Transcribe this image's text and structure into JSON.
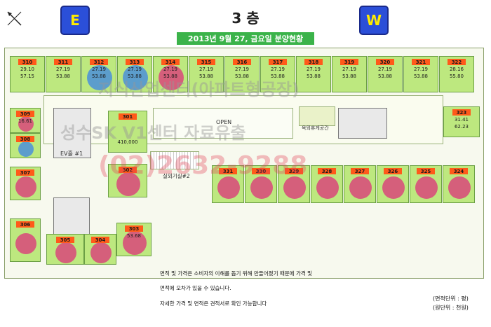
{
  "floor_title": "3 층",
  "compass": {
    "left": "E",
    "right": "W"
  },
  "date_banner": "2013년 9월 27, 금요일 분양현황",
  "watermarks": {
    "line1": "지식산업센터(아파트형공장)",
    "line2": "성수SK V1센터 자료유출",
    "line3": "(02)2632-9288"
  },
  "labels": {
    "open": "OPEN",
    "ev": "EV홀 #1",
    "outdoor": "실외기실#2",
    "lounge": "옥외휴게공간"
  },
  "colors": {
    "unit_fill": "#bde87f",
    "tag": "#ff5a1a",
    "sold_pink": "#d9477a",
    "sold_blue": "#4b8fd9",
    "banner": "#3bb34a"
  },
  "units": [
    {
      "no": "310",
      "a": "29.10",
      "b": "57.15",
      "mark": "none"
    },
    {
      "no": "311",
      "a": "27.19",
      "b": "53.88",
      "mark": "none"
    },
    {
      "no": "312",
      "a": "27.19",
      "b": "53.88",
      "mark": "blue"
    },
    {
      "no": "313",
      "a": "27.19",
      "b": "53.88",
      "mark": "blue"
    },
    {
      "no": "314",
      "a": "27.19",
      "b": "53.88",
      "mark": "pink"
    },
    {
      "no": "315",
      "a": "27.19",
      "b": "53.88",
      "mark": "none"
    },
    {
      "no": "316",
      "a": "27.19",
      "b": "53.88",
      "mark": "none"
    },
    {
      "no": "317",
      "a": "27.19",
      "b": "53.88",
      "mark": "none"
    },
    {
      "no": "318",
      "a": "27.19",
      "b": "53.88",
      "mark": "none"
    },
    {
      "no": "319",
      "a": "27.19",
      "b": "53.88",
      "mark": "none"
    },
    {
      "no": "320",
      "a": "27.19",
      "b": "53.88",
      "mark": "none"
    },
    {
      "no": "321",
      "a": "27.19",
      "b": "53.88",
      "mark": "none"
    },
    {
      "no": "322",
      "a": "28.16",
      "b": "55.80",
      "mark": "none"
    },
    {
      "no": "309",
      "a": "16.61",
      "b": "",
      "mark": "pink"
    },
    {
      "no": "308",
      "a": "",
      "b": "",
      "mark": "blue"
    },
    {
      "no": "307",
      "a": "",
      "b": "",
      "mark": "pink"
    },
    {
      "no": "306",
      "a": "",
      "b": "",
      "mark": "pink"
    },
    {
      "no": "305",
      "a": "",
      "b": "",
      "mark": "pink"
    },
    {
      "no": "304",
      "a": "",
      "b": "",
      "mark": "pink"
    },
    {
      "no": "303",
      "a": "53.68",
      "b": "",
      "mark": "pink"
    },
    {
      "no": "302",
      "a": "",
      "b": "",
      "mark": "pink"
    },
    {
      "no": "301",
      "a": "",
      "b": "",
      "mark": "none"
    },
    {
      "no": "331",
      "a": "",
      "b": "",
      "mark": "pink"
    },
    {
      "no": "330",
      "a": "",
      "b": "",
      "mark": "pink"
    },
    {
      "no": "329",
      "a": "",
      "b": "",
      "mark": "pink"
    },
    {
      "no": "328",
      "a": "",
      "b": "",
      "mark": "pink"
    },
    {
      "no": "327",
      "a": "",
      "b": "",
      "mark": "pink"
    },
    {
      "no": "326",
      "a": "",
      "b": "",
      "mark": "pink"
    },
    {
      "no": "325",
      "a": "",
      "b": "",
      "mark": "pink"
    },
    {
      "no": "324",
      "a": "",
      "b": "",
      "mark": "pink"
    },
    {
      "no": "323",
      "a": "31.41",
      "b": "62.23",
      "mark": "none"
    }
  ],
  "price_301": "410,000",
  "notes": {
    "line1": "면적 및 가격은 소비자의 이해를 돕기 위해 만들어졌기 때문에 가격 및",
    "line2": "면적에 오차가 있을 수 있습니다.",
    "line3": "자세한 가격 및 면적은 견적서로 확인 가능합니다"
  },
  "unit_notes": {
    "area": "(면적단위 : 평)",
    "price": "(원단위 : 천원)"
  }
}
